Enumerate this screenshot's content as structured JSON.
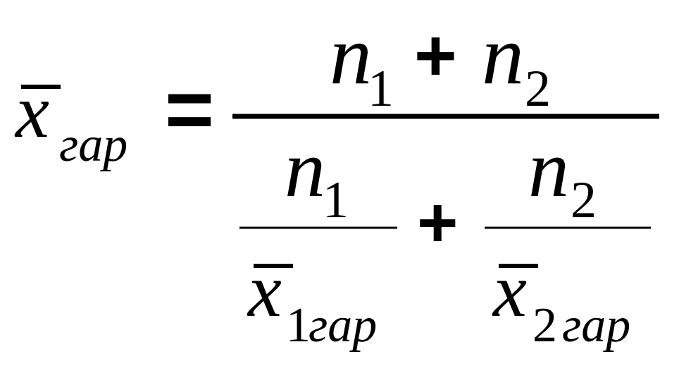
{
  "formula": {
    "lhs": {
      "variable": "x",
      "subscript": "гар"
    },
    "equals": "=",
    "numerator": {
      "term1": "n",
      "term1_sub": "1",
      "plus": "+",
      "term2": "n",
      "term2_sub": "2"
    },
    "denominator": {
      "left": {
        "numerator": "n",
        "numerator_sub": "1",
        "denominator": "x",
        "denominator_sub_num": "1",
        "denominator_sub_text": "гар"
      },
      "plus": "+",
      "right": {
        "numerator": "n",
        "numerator_sub": "2",
        "denominator": "x",
        "denominator_sub_num": "2",
        "denominator_sub_text": "гар"
      }
    }
  },
  "colors": {
    "text": "#000000",
    "background": "#ffffff"
  }
}
